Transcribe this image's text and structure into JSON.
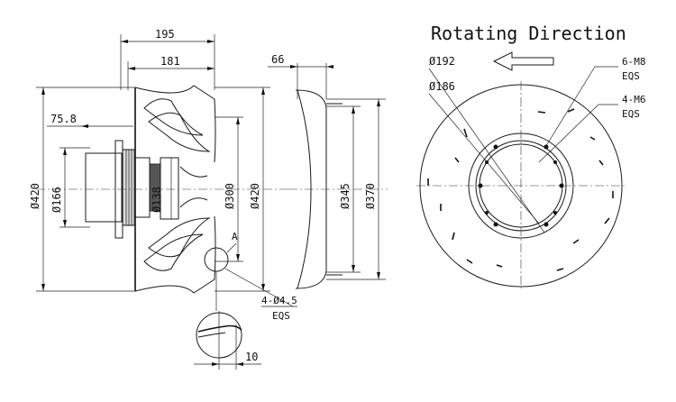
{
  "title": "Rotating Direction",
  "dimensions": {
    "overall_depth": "195",
    "impeller_depth": "181",
    "inlet_offset": "66",
    "hub_offset": "75.8",
    "dia_420_left": "Ø420",
    "dia_166": "Ø166",
    "dia_138": "Ø138",
    "dia_300": "Ø300",
    "dia_420_mid": "Ø420",
    "dia_345": "Ø345",
    "dia_370": "Ø370",
    "dia_192": "Ø192",
    "dia_186": "Ø186",
    "screw_m8": "6-M8",
    "screw_m8_eqs": "EQS",
    "screw_m6": "4-M6",
    "screw_m6_eqs": "EQS",
    "holes": "4-Ø4.5",
    "holes_eqs": "EQS",
    "detail_label": "A",
    "detail_dim": "10"
  },
  "icons": {
    "rotation_arrow": "arrow-left-icon"
  }
}
